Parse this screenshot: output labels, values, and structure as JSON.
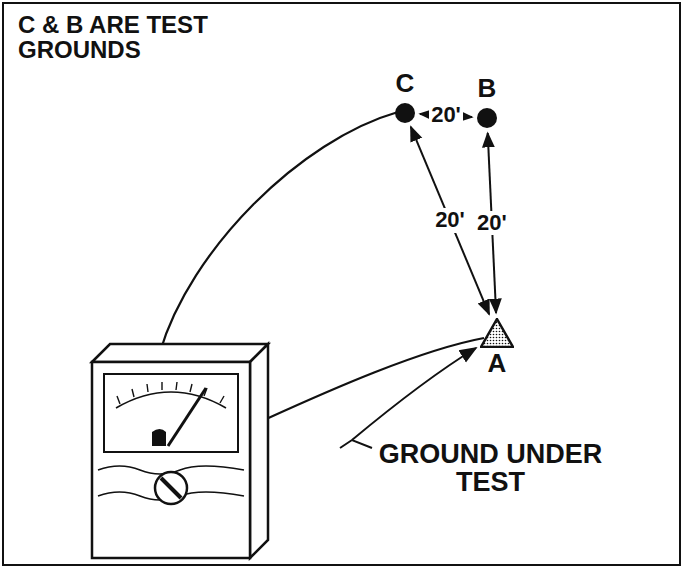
{
  "diagram": {
    "nodes": [
      {
        "text": [
          "C"
        ]
      },
      {
        "text": [
          "B"
        ]
      },
      {
        "text": [
          "A"
        ]
      }
    ],
    "edges": [
      {
        "from": 0,
        "to": 1,
        "label": "20'",
        "arrow": "both"
      },
      {
        "from": 0,
        "to": 2,
        "label": "20'",
        "arrow": "both"
      },
      {
        "from": 1,
        "to": 2,
        "label": "20'",
        "arrow": "both"
      }
    ],
    "labels": [
      "C & B ARE TEST GROUNDS",
      "GROUND UNDER TEST"
    ]
  }
}
